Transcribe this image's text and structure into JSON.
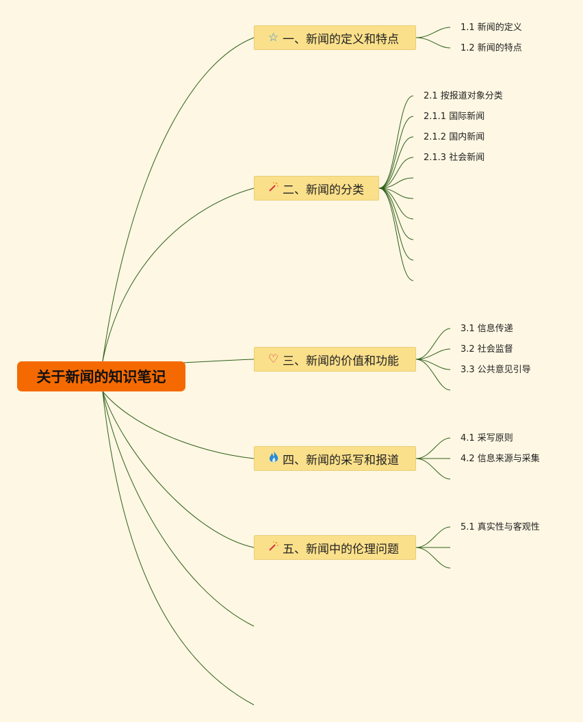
{
  "root": {
    "title": "关于新闻的知识笔记"
  },
  "branches": [
    {
      "label": "一、新闻的定义和特点",
      "icon": "star-icon",
      "icon_glyph": "☆",
      "icon_color": "#2b8bd6",
      "leaves": [
        "1.1 新闻的定义",
        "1.2 新闻的特点"
      ]
    },
    {
      "label": "二、新闻的分类",
      "icon": "magic-wand-icon",
      "icon_glyph": "⁄",
      "icon_color": "#d8323a",
      "leaves": [
        "2.1 按报道对象分类",
        "2.1.1 国际新闻",
        "2.1.2 国内新闻",
        "2.1.3 社会新闻",
        "",
        "",
        "",
        "",
        "",
        ""
      ]
    },
    {
      "label": "三、新闻的价值和功能",
      "icon": "heart-icon",
      "icon_glyph": "♡",
      "icon_color": "#d8323a",
      "leaves": [
        "3.1 信息传递",
        "3.2 社会监督",
        "3.3 公共意见引导",
        ""
      ]
    },
    {
      "label": "四、新闻的采写和报道",
      "icon": "fire-icon",
      "icon_glyph": "🔥",
      "icon_color": "#2b8bd6",
      "leaves": [
        "4.1 采写原则",
        "4.2 信息来源与采集",
        ""
      ]
    },
    {
      "label": "五、新闻中的伦理问题",
      "icon": "magic-wand-icon",
      "icon_glyph": "⁄",
      "icon_color": "#d8323a",
      "leaves": [
        "5.1 真实性与客观性",
        "",
        ""
      ]
    }
  ],
  "colors": {
    "background": "#fdf7e3",
    "root": "#f56a00",
    "branch": "#fbe08b",
    "line": "#2f5f1a"
  }
}
